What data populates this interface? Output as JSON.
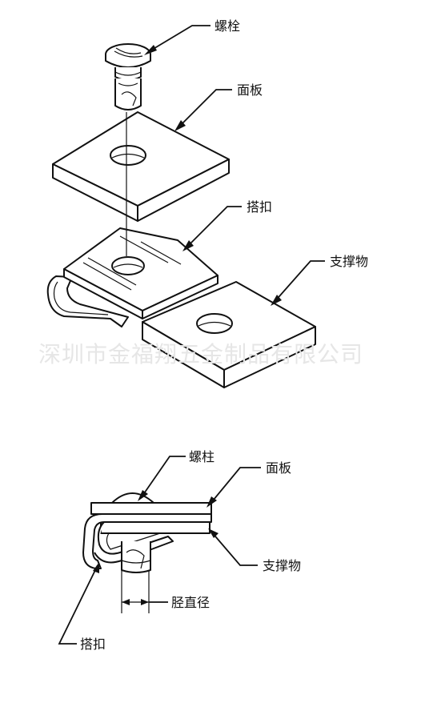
{
  "watermark": "深圳市金福翔五金制品有限公司",
  "exploded_view": {
    "labels": {
      "bolt": "螺栓",
      "panel": "面板",
      "clip": "搭扣",
      "support": "支撑物"
    }
  },
  "assembled_view": {
    "labels": {
      "stud": "螺柱",
      "panel": "面板",
      "support": "支撑物",
      "shank_diameter": "胫直径",
      "clip": "搭扣"
    }
  }
}
